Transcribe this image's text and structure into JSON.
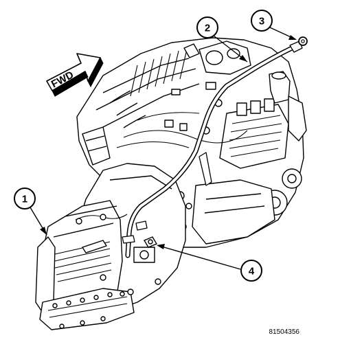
{
  "direction_label": "FWD",
  "figure_number": "81504356",
  "callouts": [
    {
      "number": "1"
    },
    {
      "number": "2"
    },
    {
      "number": "3"
    },
    {
      "number": "4"
    }
  ]
}
